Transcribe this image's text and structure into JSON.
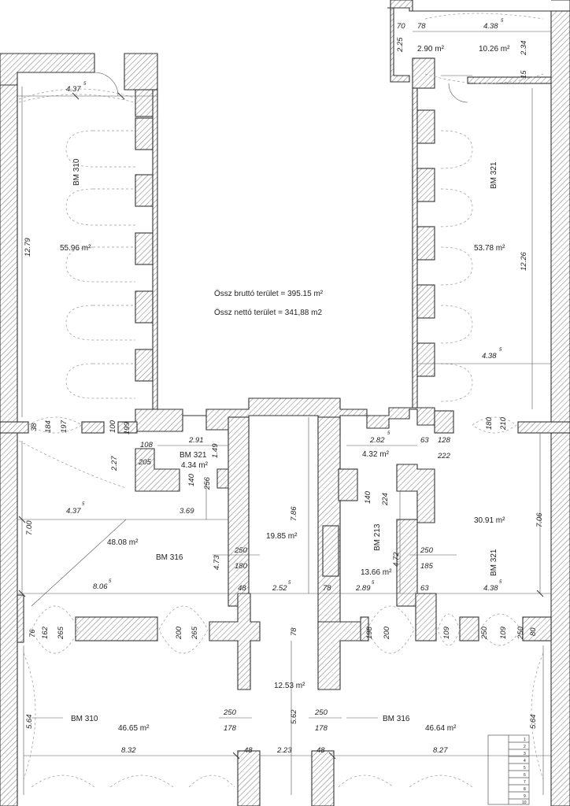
{
  "summary": {
    "gross": "Össz bruttó terület = 395.15 m²",
    "net": "Össz nettó terület = 341,88 m2"
  },
  "rooms": {
    "bm310_top": {
      "name": "BM 310",
      "area": "55.96 m²"
    },
    "bm321_top": {
      "name": "BM 321",
      "area": "53.78 m²"
    },
    "small_a": {
      "area": "2.90 m²"
    },
    "small_b": {
      "area": "10.26 m²"
    },
    "bm321_small": {
      "name": "BM 321",
      "area": "4.34 m²"
    },
    "small_c": {
      "area": "4.32 m²"
    },
    "bm316_mid": {
      "name": "BM 316",
      "area": "48.08 m²"
    },
    "corridor": {
      "area": "19.85 m²"
    },
    "bm213": {
      "name": "BM 213",
      "area": "13.66 m²"
    },
    "bm321_mid": {
      "name": "BM 321",
      "area": "30.91 m²"
    },
    "hall": {
      "area": "12.53 m²"
    },
    "bm310_bottom": {
      "name": "BM 310",
      "area": "46.65 m²"
    },
    "bm316_bottom": {
      "name": "BM 316",
      "area": "46.64 m²"
    }
  },
  "dimensions": {
    "d_70": "70",
    "d_78a": "78",
    "d_438a": "4.38",
    "d_225": "2.25",
    "d_234": "2.34",
    "d_15": "15",
    "d_4375a": "4.37",
    "d_1279": "12.79",
    "d_1226": "12.26",
    "d_438b": "4.38",
    "d_38": "38",
    "d_184": "184",
    "d_197": "197",
    "d_100": "100",
    "d_199": "199",
    "d_180a": "180",
    "d_210": "210",
    "d_108": "108",
    "d_291": "2.91",
    "d_205": "205",
    "d_227": "2.27",
    "d_140a": "140",
    "d_256": "256",
    "d_149": "1.49",
    "d_282": "2.82",
    "d_63a": "63",
    "d_128": "128",
    "d_222": "222",
    "d_4375b": "4.37",
    "d_369": "3.69",
    "d_700": "7.00",
    "d_786": "7.86",
    "d_140b": "140",
    "d_224": "224",
    "d_706": "7.06",
    "d_250a": "250",
    "d_180b": "180",
    "d_473": "4.73",
    "d_472": "4.72",
    "d_250b": "250",
    "d_185": "185",
    "d_806": "8.06",
    "d_48a": "48",
    "d_252": "2.52",
    "d_78b": "78",
    "d_289": "2.89",
    "d_63b": "63",
    "d_438c": "4.38",
    "d_76": "76",
    "d_162": "162",
    "d_265a": "265",
    "d_200a": "200",
    "d_265b": "265",
    "d_78c": "78",
    "d_198": "198",
    "d_200b": "200",
    "d_109a": "109",
    "d_250c": "250",
    "d_109b": "109",
    "d_250d": "250",
    "d_80": "80",
    "d_564a": "5.64",
    "d_562": "5.62",
    "d_564b": "5.64",
    "d_250e": "250",
    "d_178a": "178",
    "d_250f": "250",
    "d_178b": "178",
    "d_832": "8.32",
    "d_48b": "48",
    "d_223": "2.23",
    "d_48c": "48",
    "d_827": "8.27",
    "sup5": "5"
  },
  "stairs": {
    "steps": [
      "1",
      "2",
      "3",
      "4",
      "5",
      "6",
      "7",
      "8",
      "9",
      "10"
    ]
  }
}
